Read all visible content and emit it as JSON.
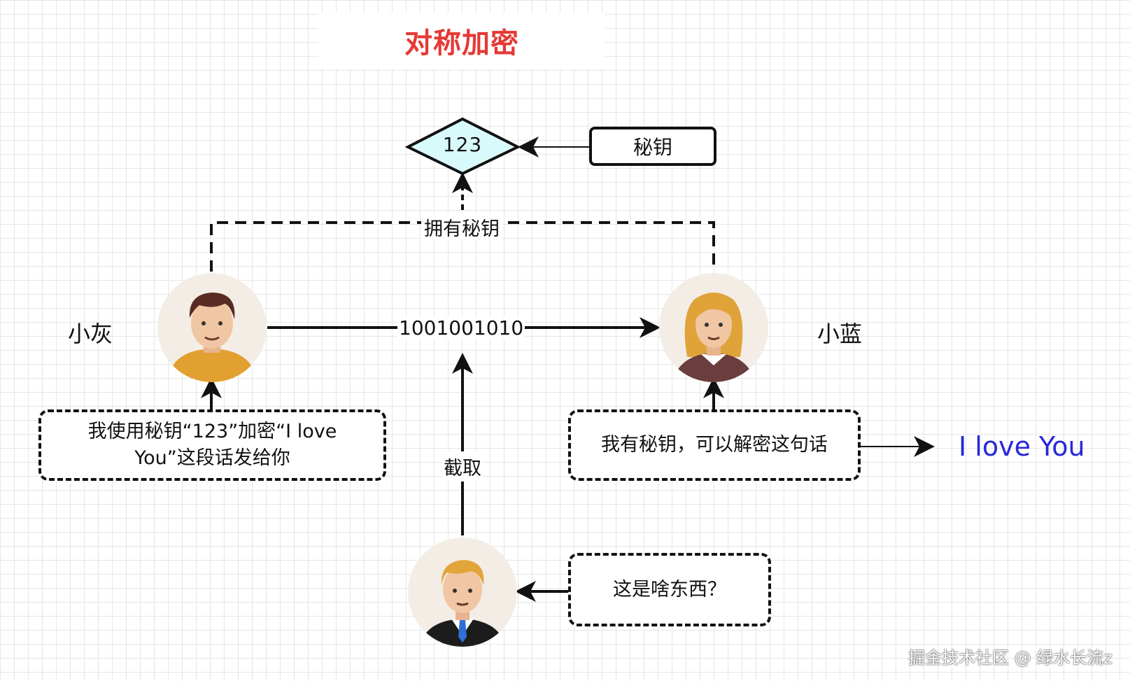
{
  "title": "对称加密",
  "key_box": {
    "label": "秘钥"
  },
  "key_value": "123",
  "own_key_label": "拥有秘钥",
  "sender": {
    "name": "小灰"
  },
  "receiver": {
    "name": "小蓝"
  },
  "ciphertext": "1001001010",
  "intercept_label": "截取",
  "sender_note": {
    "line1": "我使用秘钥“123”加密“I love",
    "line2": "You”这段话发给你"
  },
  "receiver_note": "我有秘钥，可以解密这句话",
  "decrypted_text": "I love You",
  "eavesdropper_note": "这是啥东西？",
  "watermark": "掘金技术社区 @ 绿水长流z",
  "colors": {
    "title": "#e53935",
    "diamond_fill": "#d9fafb",
    "result_text": "#2828d8"
  }
}
